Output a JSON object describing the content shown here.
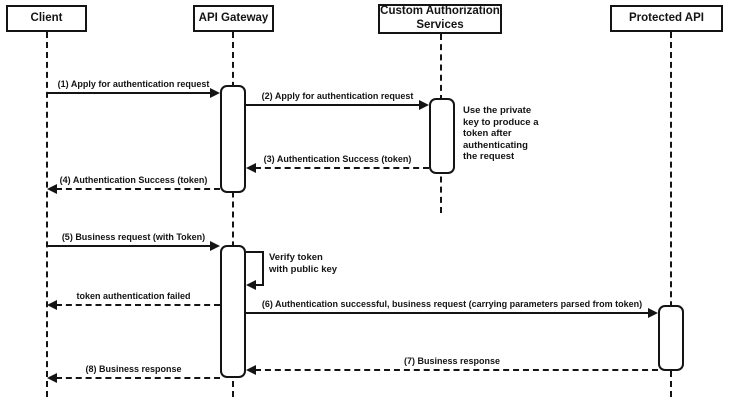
{
  "diagram": {
    "type": "sequence-diagram",
    "colors": {
      "background": "#ffffff",
      "line": "#141414",
      "shape_fill": "#ffffff",
      "text": "#141414"
    },
    "actors": [
      {
        "label": "Client"
      },
      {
        "label": "API Gateway"
      },
      {
        "label": "Custom Authorization Services"
      },
      {
        "label": "Protected API"
      }
    ],
    "messages": [
      {
        "label": "(1) Apply for authentication request",
        "from": "Client",
        "to": "API Gateway",
        "line": "solid"
      },
      {
        "label": "(2) Apply for authentication request",
        "from": "API Gateway",
        "to": "Custom Authorization Services",
        "line": "solid"
      },
      {
        "label": "(3) Authentication Success (token)",
        "from": "Custom Authorization Services",
        "to": "API Gateway",
        "line": "dashed"
      },
      {
        "label": "(4) Authentication Success (token)",
        "from": "API Gateway",
        "to": "Client",
        "line": "dashed"
      },
      {
        "label": "(5) Business request (with Token)",
        "from": "Client",
        "to": "API Gateway",
        "line": "solid"
      },
      {
        "label": "token authentication failed",
        "from": "API Gateway",
        "to": "Client",
        "line": "dashed"
      },
      {
        "label": "(6) Authentication successful, business request (carrying parameters parsed from token)",
        "from": "API Gateway",
        "to": "Protected API",
        "line": "solid"
      },
      {
        "label": "(7) Business response",
        "from": "Protected API",
        "to": "API Gateway",
        "line": "dashed"
      },
      {
        "label": "(8) Business response",
        "from": "API Gateway",
        "to": "Client",
        "line": "dashed"
      }
    ],
    "self_message": {
      "actor": "API Gateway",
      "lines": [
        "Verify token",
        "with public key"
      ]
    },
    "note": {
      "actor": "Custom Authorization Services",
      "lines": [
        "Use the private",
        "key to produce a",
        "token after",
        "authenticating",
        "the request"
      ]
    }
  }
}
